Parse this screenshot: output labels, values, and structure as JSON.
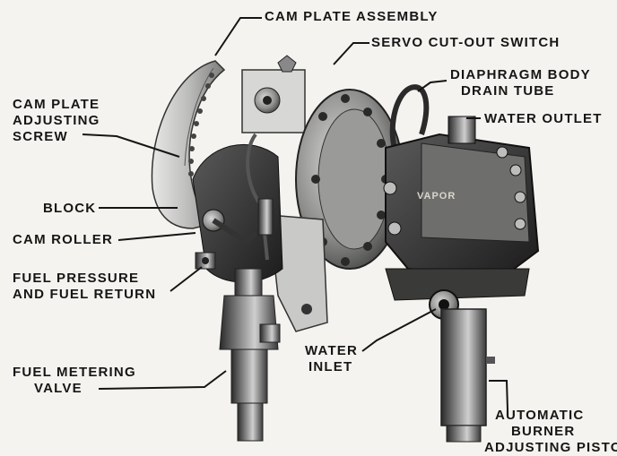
{
  "figure": {
    "labels": {
      "cam_plate_assembly": [
        "CAM PLATE ASSEMBLY"
      ],
      "servo_cut_out_switch": [
        "SERVO CUT-OUT SWITCH"
      ],
      "diaphragm_body_drain_tube": [
        "DIAPHRAGM BODY",
        "DRAIN TUBE"
      ],
      "cam_plate_adjusting_screw": [
        "CAM PLATE",
        "ADJUSTING",
        "SCREW"
      ],
      "water_outlet": [
        "WATER OUTLET"
      ],
      "block": [
        "BLOCK"
      ],
      "cam_roller": [
        "CAM ROLLER"
      ],
      "fuel_pressure_and_fuel_return": [
        "FUEL PRESSURE",
        "AND FUEL RETURN"
      ],
      "fuel_metering_valve": [
        "FUEL METERING",
        "VALVE"
      ],
      "water_inlet": [
        "WATER",
        "INLET"
      ],
      "automatic_burner_adjusting_piston": [
        "AUTOMATIC",
        "BURNER",
        "ADJUSTING PISTON"
      ]
    },
    "body_stamp": "VAPOR"
  }
}
